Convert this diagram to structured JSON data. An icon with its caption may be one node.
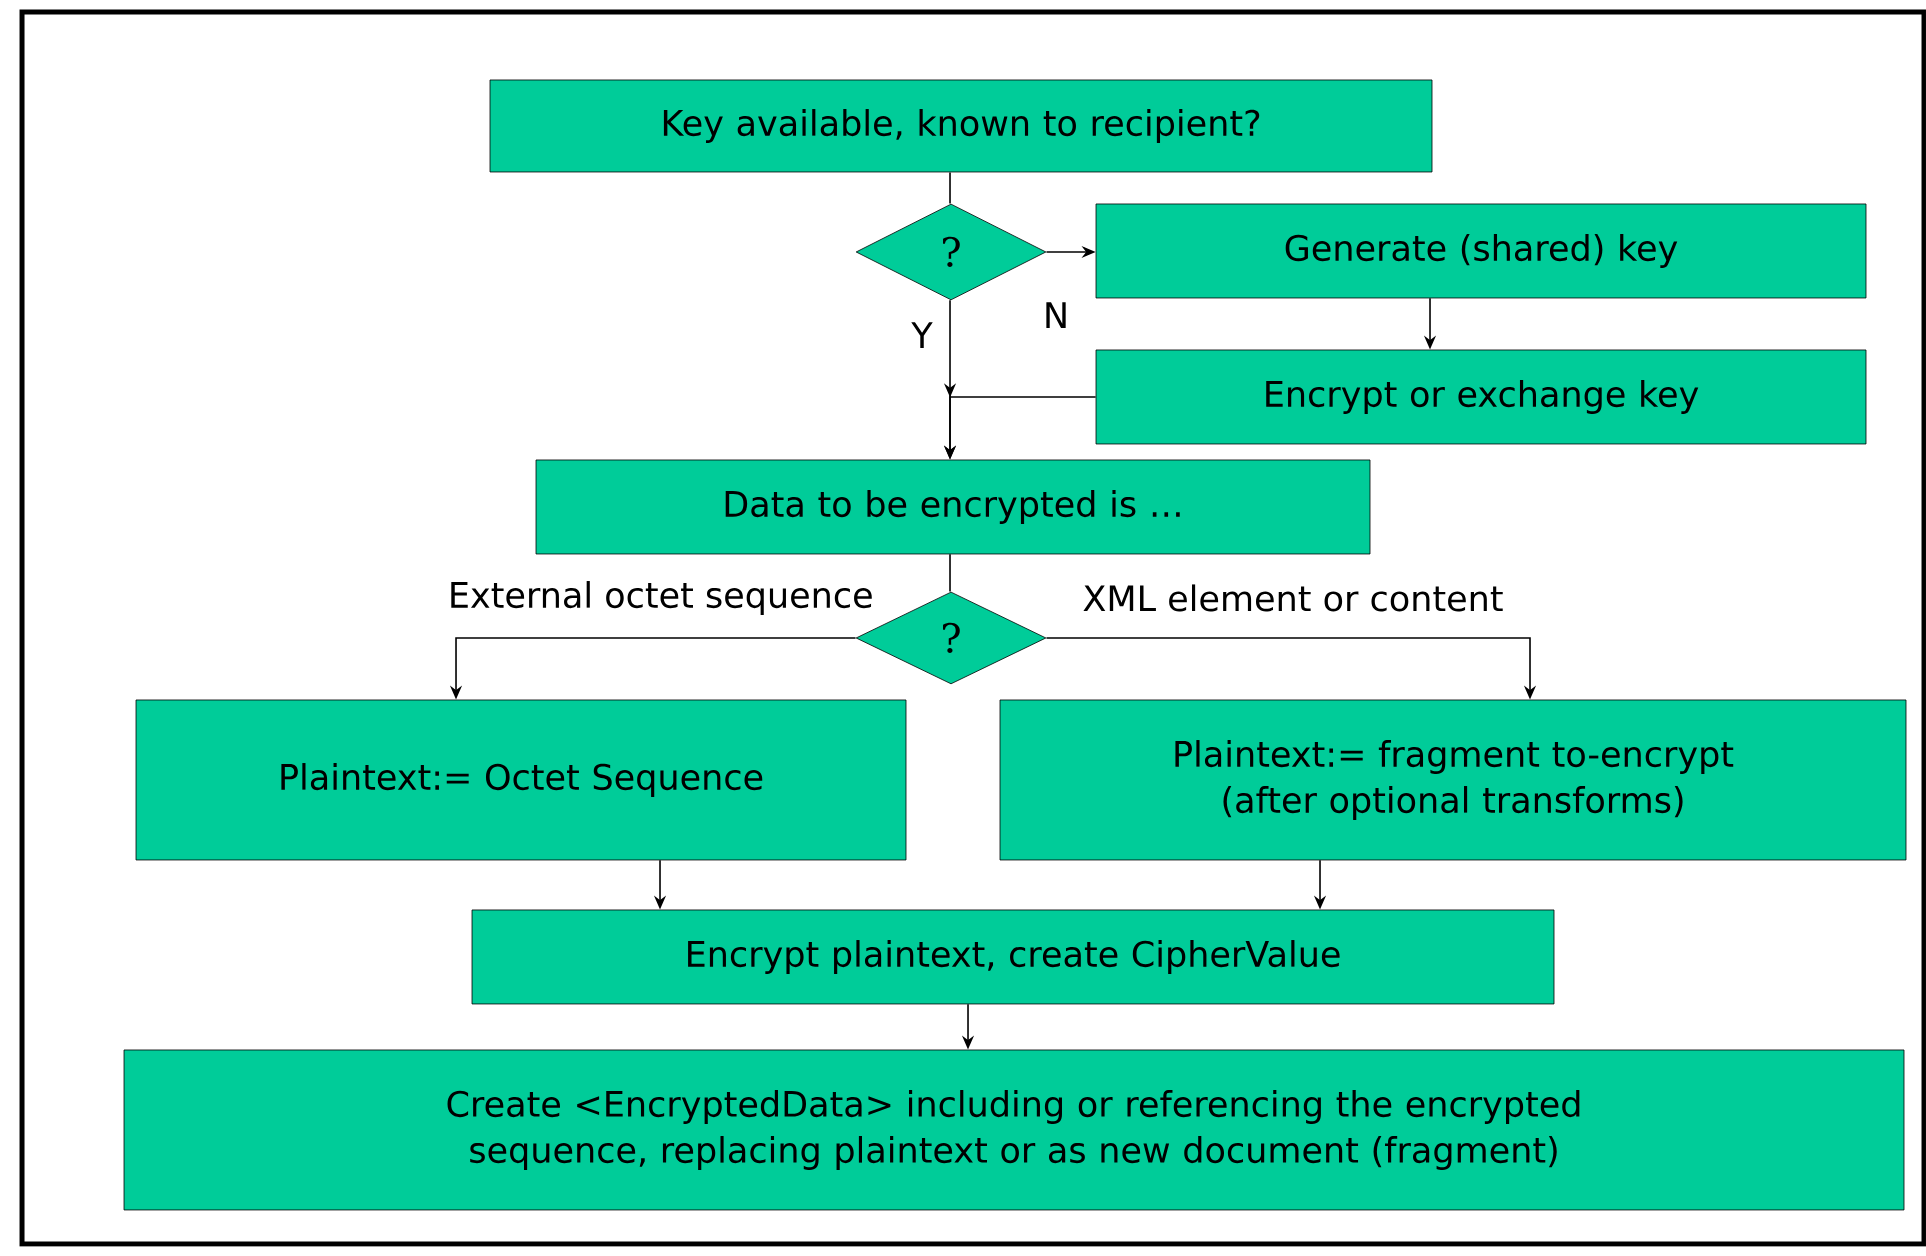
{
  "diagram": {
    "nodes": [
      {
        "text": [
          "Key available, known to recipient?"
        ]
      },
      {
        "text": [
          "?"
        ]
      },
      {
        "text": [
          "Generate (shared) key"
        ]
      },
      {
        "text": [
          "Encrypt or exchange key"
        ]
      },
      {
        "text": [
          "Data to be encrypted is …"
        ]
      },
      {
        "text": [
          "?"
        ]
      },
      {
        "text": [
          "Plaintext:= Octet Sequence"
        ]
      },
      {
        "text": [
          "Plaintext:= fragment to-encrypt (after optional transforms)"
        ]
      },
      {
        "text": [
          "Encrypt plaintext, create CipherValue"
        ]
      },
      {
        "text": [
          "Create <EncryptedData> including or referencing the encrypted sequence, replacing plaintext or as new document (fragment)"
        ]
      }
    ],
    "edges": [
      {
        "from": 0,
        "to": 1,
        "arrow": "none"
      },
      {
        "from": 1,
        "to": 2,
        "arrow": "to",
        "label": "N"
      },
      {
        "from": 1,
        "to": 4,
        "arrow": "to",
        "label": "Y"
      },
      {
        "from": 2,
        "to": 3,
        "arrow": "to"
      },
      {
        "from": 3,
        "to": 4,
        "arrow": "to"
      },
      {
        "from": 4,
        "to": 5,
        "arrow": "none"
      },
      {
        "from": 5,
        "to": 6,
        "arrow": "to",
        "label": "External octet sequence"
      },
      {
        "from": 5,
        "to": 7,
        "arrow": "to",
        "label": "XML element or content"
      },
      {
        "from": 6,
        "to": 8,
        "arrow": "to"
      },
      {
        "from": 7,
        "to": 8,
        "arrow": "to"
      },
      {
        "from": 8,
        "to": 9,
        "arrow": "to"
      }
    ]
  }
}
